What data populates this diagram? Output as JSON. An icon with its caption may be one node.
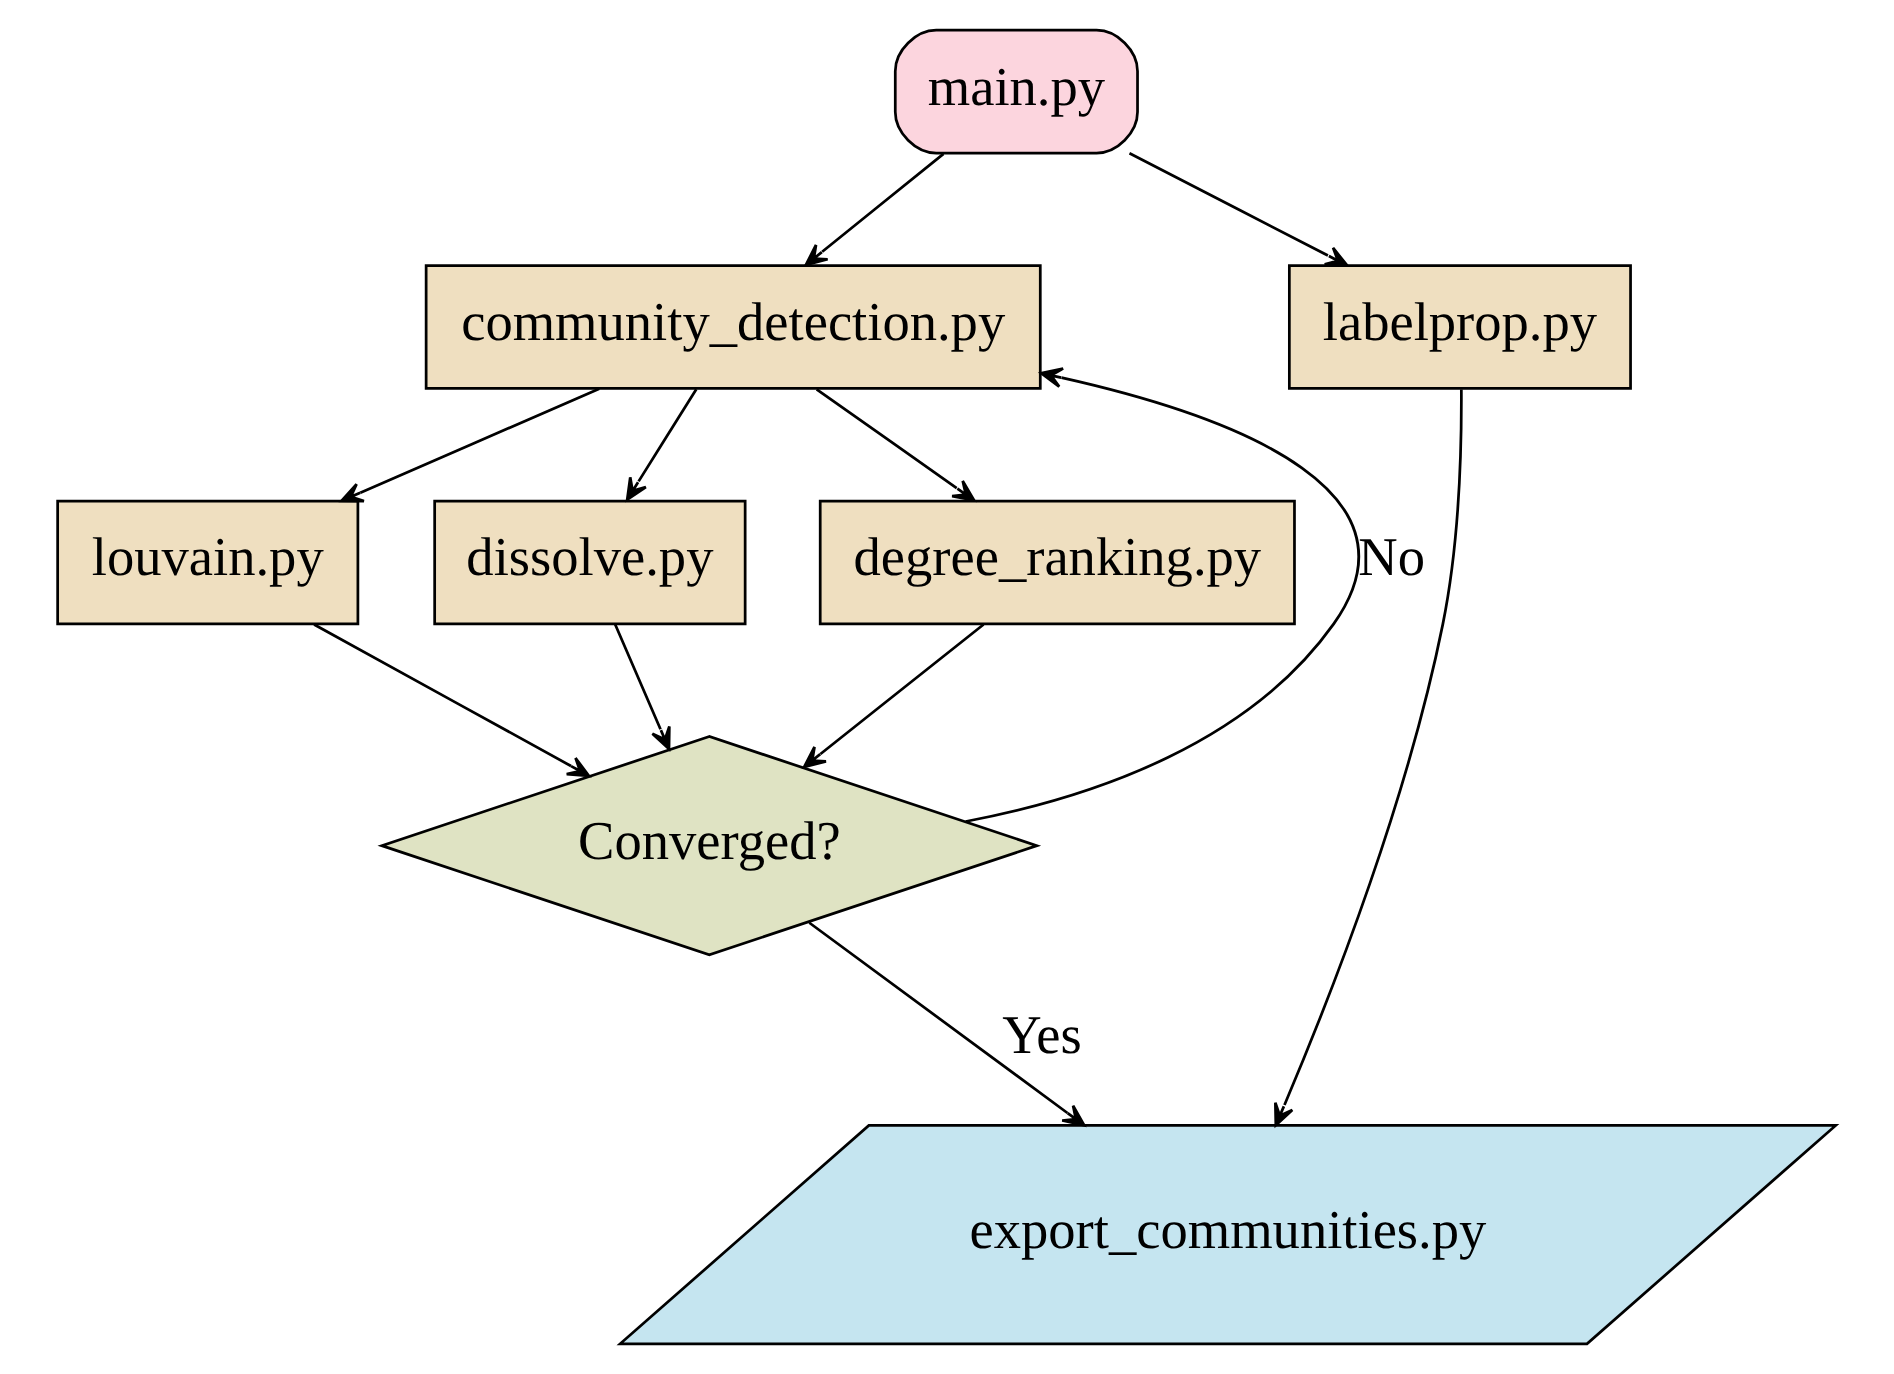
{
  "diagram": {
    "nodes": [
      {
        "text": [
          "main.py"
        ]
      },
      {
        "text": [
          "community_detection.py"
        ]
      },
      {
        "text": [
          "labelprop.py"
        ]
      },
      {
        "text": [
          "louvain.py"
        ]
      },
      {
        "text": [
          "dissolve.py"
        ]
      },
      {
        "text": [
          "degree_ranking.py"
        ]
      },
      {
        "text": [
          "Converged?"
        ]
      },
      {
        "text": [
          "export_communities.py"
        ]
      }
    ],
    "edges": [
      {
        "from": 0,
        "to": 1,
        "arrow": "to"
      },
      {
        "from": 0,
        "to": 2,
        "arrow": "to"
      },
      {
        "from": 1,
        "to": 3,
        "arrow": "to"
      },
      {
        "from": 1,
        "to": 4,
        "arrow": "to"
      },
      {
        "from": 1,
        "to": 5,
        "arrow": "to"
      },
      {
        "from": 3,
        "to": 6,
        "arrow": "to"
      },
      {
        "from": 4,
        "to": 6,
        "arrow": "to"
      },
      {
        "from": 5,
        "to": 6,
        "arrow": "to"
      },
      {
        "from": 6,
        "to": 1,
        "arrow": "to",
        "label": "No"
      },
      {
        "from": 6,
        "to": 7,
        "arrow": "to",
        "label": "Yes"
      },
      {
        "from": 2,
        "to": 7,
        "arrow": "to"
      }
    ]
  }
}
